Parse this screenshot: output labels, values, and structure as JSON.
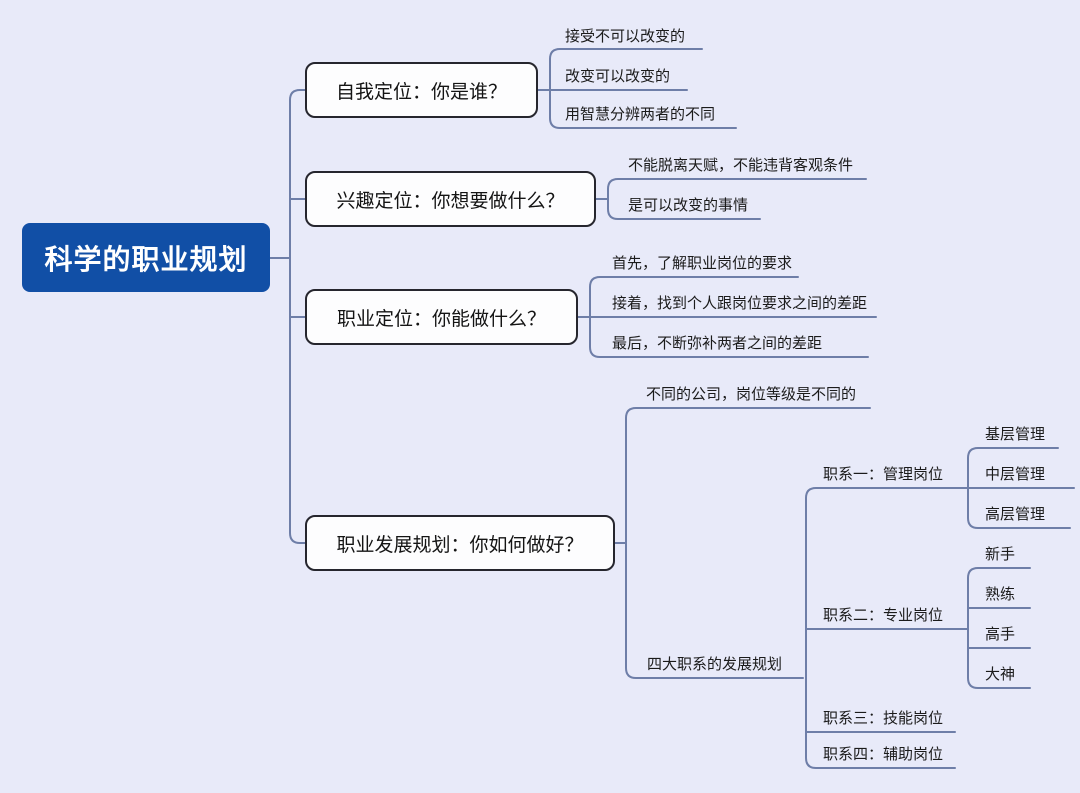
{
  "mindmap": {
    "root": {
      "label": "科学的职业规划"
    },
    "branches": [
      {
        "label": "自我定位：你是谁？",
        "children": [
          {
            "label": "接受不可以改变的"
          },
          {
            "label": "改变可以改变的"
          },
          {
            "label": "用智慧分辨两者的不同"
          }
        ]
      },
      {
        "label": "兴趣定位：你想要做什么？",
        "children": [
          {
            "label": "不能脱离天赋，不能违背客观条件"
          },
          {
            "label": "是可以改变的事情"
          }
        ]
      },
      {
        "label": "职业定位：你能做什么？",
        "children": [
          {
            "label": "首先，了解职业岗位的要求"
          },
          {
            "label": "接着，找到个人跟岗位要求之间的差距"
          },
          {
            "label": "最后，不断弥补两者之间的差距"
          }
        ]
      },
      {
        "label": "职业发展规划：你如何做好？",
        "children": [
          {
            "label": "不同的公司，岗位等级是不同的"
          },
          {
            "label": "四大职系的发展规划",
            "children": [
              {
                "label": "职系一：管理岗位",
                "children": [
                  {
                    "label": "基层管理"
                  },
                  {
                    "label": "中层管理"
                  },
                  {
                    "label": "高层管理"
                  }
                ]
              },
              {
                "label": "职系二：专业岗位",
                "children": [
                  {
                    "label": "新手"
                  },
                  {
                    "label": "熟练"
                  },
                  {
                    "label": "高手"
                  },
                  {
                    "label": "大神"
                  }
                ]
              },
              {
                "label": "职系三：技能岗位"
              },
              {
                "label": "职系四：辅助岗位"
              }
            ]
          }
        ]
      }
    ],
    "colors": {
      "background": "#e8eaf9",
      "root_fill": "#114fa6",
      "root_text": "#ffffff",
      "connector": "#6e7ea8",
      "node_border": "#26262e",
      "node_fill": "#fdfdfe",
      "text": "#1b1b1b"
    }
  }
}
